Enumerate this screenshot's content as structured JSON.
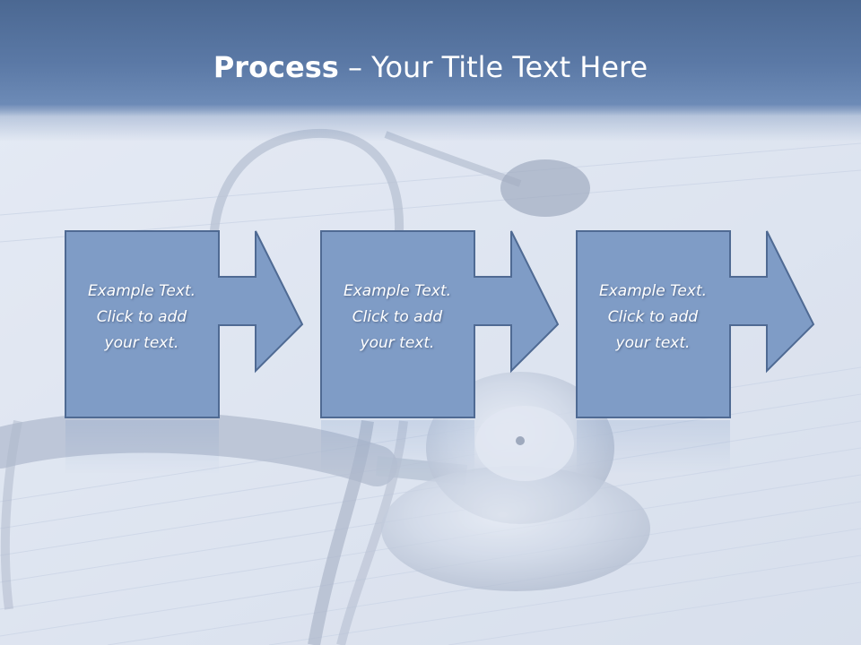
{
  "slide": {
    "title_bold": "Process",
    "title_rest": " – Your Title Text Here"
  },
  "steps": [
    {
      "lines": [
        "Example Text.",
        "Click  to add",
        "your text."
      ]
    },
    {
      "lines": [
        "Example Text.",
        "Click  to add",
        "your text."
      ]
    },
    {
      "lines": [
        "Example Text.",
        "Click  to add",
        "your text."
      ]
    }
  ],
  "colors": {
    "title_band": "#5b79a6",
    "box_fill": "#7f9cc6",
    "box_border": "#4f6a93",
    "title_text": "#ffffff"
  },
  "icons": {
    "background": "stethoscope-photo",
    "connector": "right-arrow-icon"
  }
}
